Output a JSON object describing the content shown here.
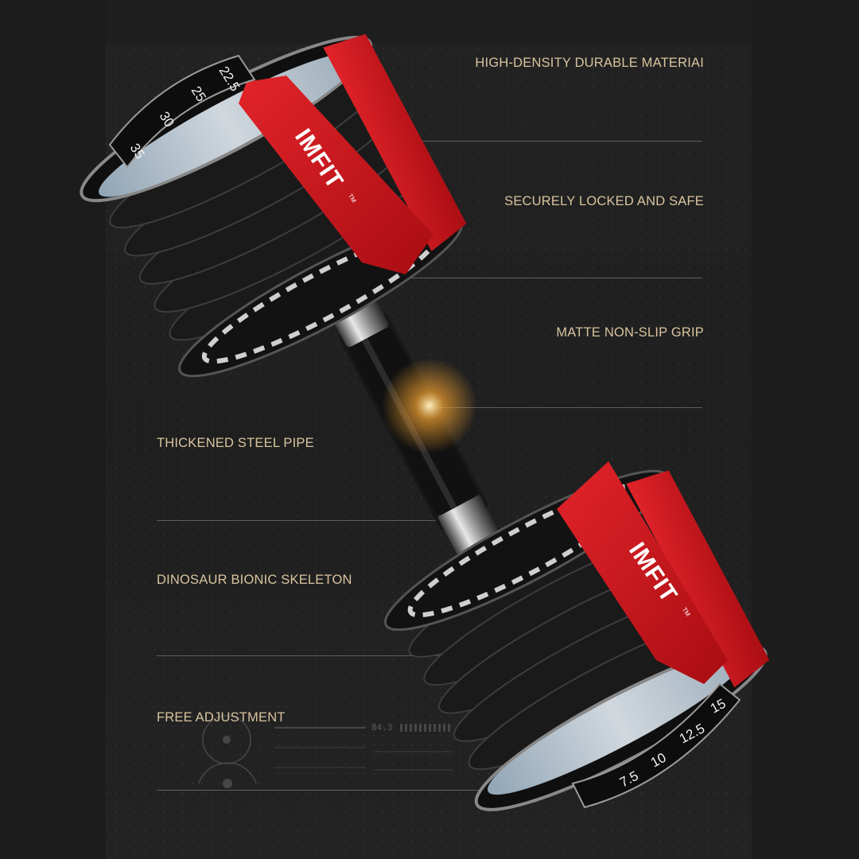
{
  "features": {
    "high_density": "HIGH-DENSITY DURABLE MATERIAI",
    "securely_locked": "SECURELY LOCKED AND SAFE",
    "matte_grip": "MATTE NON-SLIP GRIP",
    "steel_pipe": "THICKENED STEEL PIPE",
    "skeleton": "DINOSAUR BIONIC SKELETON",
    "free_adjustment": "FREE ADJUSTMENT"
  },
  "brand": {
    "name": "IMFIT",
    "trademark": "TM"
  },
  "top_dial": [
    "35",
    "30",
    "25",
    "22.5"
  ],
  "bottom_dial": [
    "7.5",
    "10",
    "12.5",
    "15"
  ],
  "hud": {
    "value": "84.3"
  },
  "colors": {
    "accent_red": "#d4141c",
    "label_gold": "#d9c49f",
    "background": "#1b1b1b"
  }
}
